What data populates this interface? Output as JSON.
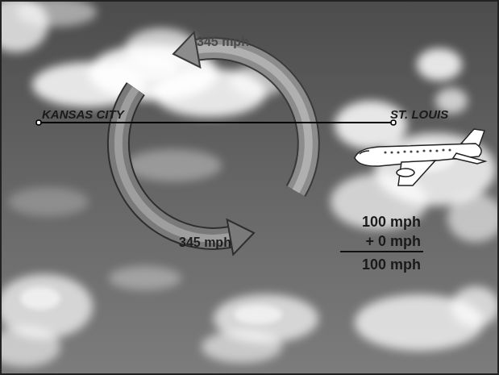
{
  "diagram": {
    "labels": [
      "345 mph",
      "KANSAS CITY",
      "ST. LOUIS",
      "345 mph",
      "100 mph",
      "+ 0 mph",
      "100 mph"
    ]
  }
}
